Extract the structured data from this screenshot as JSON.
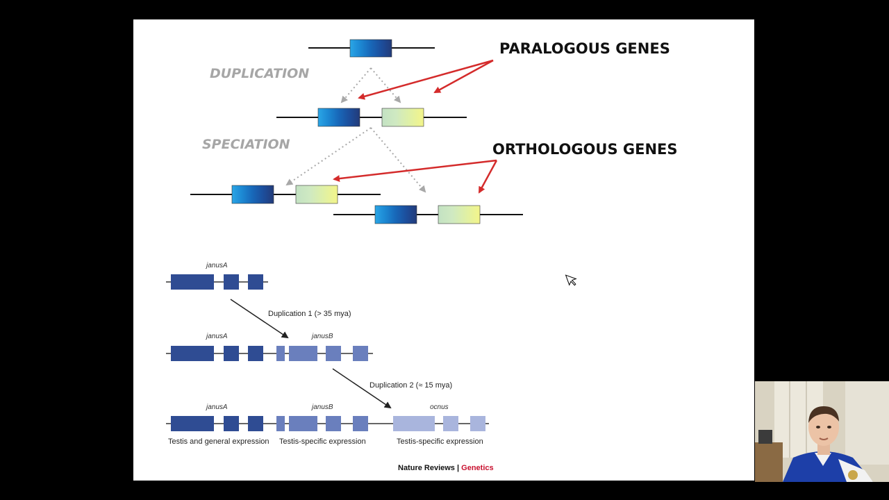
{
  "labels": {
    "paralogous": "PARALOGOUS GENES",
    "orthologous": "ORTHOLOGOUS GENES",
    "duplication": "DUPLICATION",
    "speciation": "SPECIATION"
  },
  "lower_figure": {
    "gene_janusA": "janusA",
    "gene_janusB": "janusB",
    "gene_ocnus": "ocnus",
    "duplication1": "Duplication 1 (> 35 mya)",
    "duplication2": "Duplication 2 (≈ 15 mya)",
    "expr_janusA": "Testis and general expression",
    "expr_janusB": "Testis-specific expression",
    "expr_ocnus": "Testis-specific expression"
  },
  "credit": {
    "journal": "Nature Reviews",
    "separator": " | ",
    "section": "Genetics"
  },
  "colors": {
    "red_arrow": "#d42b2b",
    "grey_arrow": "#a8a8a8",
    "dark_exon": "#2f4c93",
    "mid_exon": "#6a7fbd",
    "light_exon": "#a9b5dd",
    "credit_red": "#c8102e"
  }
}
